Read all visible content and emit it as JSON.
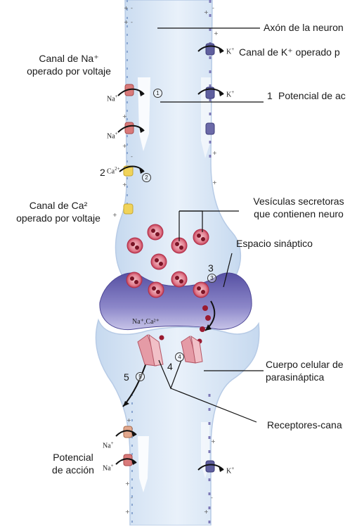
{
  "labels": {
    "axon": "Axón de la neuron",
    "na_channel_1": "Canal de Na⁺",
    "na_channel_2": "operado por voltaje",
    "k_channel": "Canal de K⁺ operado p",
    "action_potential_top": "Potencial de ac",
    "ca_channel_1": "Canal de Ca²",
    "ca_channel_2": "operado por voltaje",
    "vesicles_1": "Vesículas secretoras",
    "vesicles_2": "que contienen neuro",
    "synaptic_space": "Espacio sináptico",
    "cell_body_1": "Cuerpo celular de",
    "cell_body_2": "parasináptica",
    "receptors": "Receptores-cana",
    "action_potential_bottom_1": "Potencial",
    "action_potential_bottom_2": "de acción"
  },
  "steps": {
    "one": "1",
    "two": "2",
    "three": "3",
    "four": "4",
    "five": "5"
  },
  "circled": {
    "one": "1",
    "two": "2",
    "three": "3",
    "four": "4",
    "five": "5"
  },
  "ions": {
    "na": "Na",
    "k": "K",
    "ca": "Ca",
    "na_ca": "Na⁺,Ca²⁺",
    "plus": "+",
    "two_plus": "2+"
  },
  "colors": {
    "cytoplasm": "#dbe8f6",
    "membrane_outline": "#9fb7da",
    "cleft": "#6a66b0",
    "cleft_light": "#a7a3d6",
    "vesicle": "#d0435a",
    "vesicle_core": "#7a1426",
    "na_channel": "#d97a7a",
    "k_channel": "#5f5f9e",
    "ca_channel": "#f0d35a",
    "receptor": "#e59ba6"
  }
}
